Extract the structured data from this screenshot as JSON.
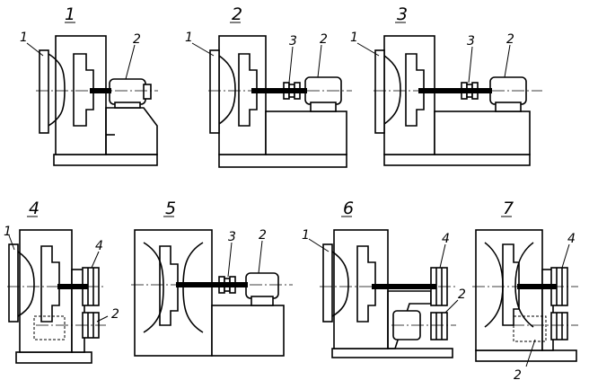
{
  "figures": [
    {
      "number": "1",
      "callouts": [
        "1",
        "2"
      ]
    },
    {
      "number": "2",
      "callouts": [
        "1",
        "3",
        "2"
      ]
    },
    {
      "number": "3",
      "callouts": [
        "1",
        "3",
        "2"
      ]
    },
    {
      "number": "4",
      "callouts": [
        "1",
        "4",
        "2"
      ]
    },
    {
      "number": "5",
      "callouts": [
        "3",
        "2"
      ]
    },
    {
      "number": "6",
      "callouts": [
        "1",
        "4",
        "2"
      ]
    },
    {
      "number": "7",
      "callouts": [
        "4",
        "2"
      ]
    }
  ]
}
